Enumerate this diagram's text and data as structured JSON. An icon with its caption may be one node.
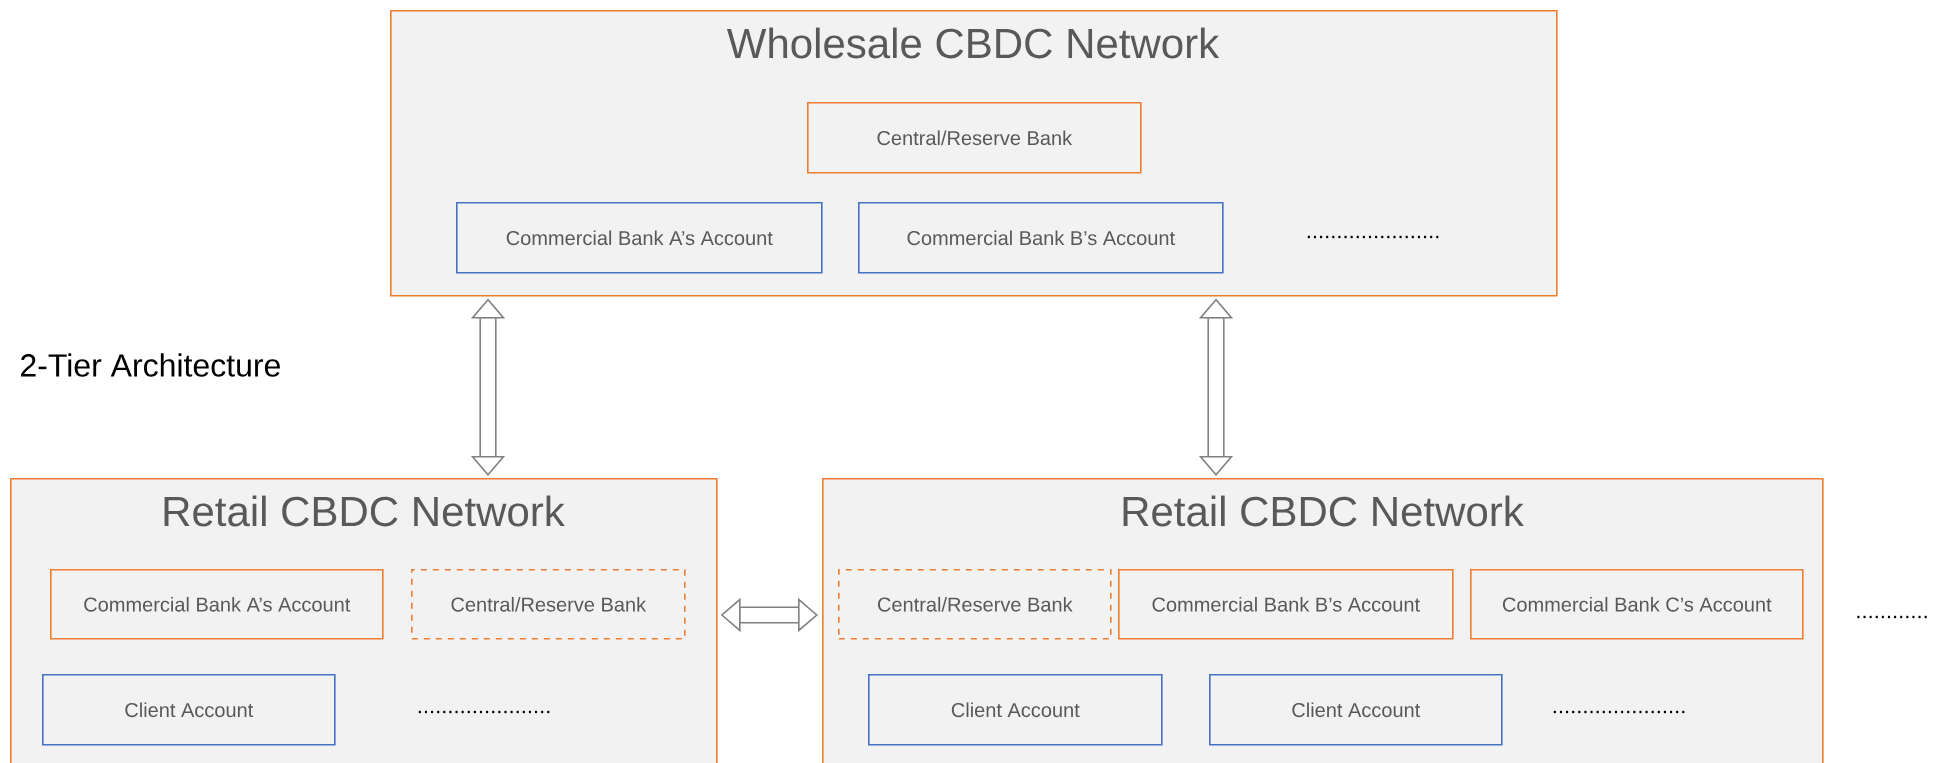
{
  "diagram": {
    "nodes": [
      {
        "text": [
          "Wholesale CBDC Network"
        ]
      },
      {
        "text": [
          "Central/Reserve Bank"
        ],
        "in": 0
      },
      {
        "text": [
          "Commercial Bank A’s Account"
        ],
        "in": 0
      },
      {
        "text": [
          "Commercial Bank B’s Account"
        ],
        "in": 0
      },
      {
        "text": [
          "Retail CBDC Network"
        ]
      },
      {
        "text": [
          "Commercial Bank A’s Account"
        ],
        "in": 4
      },
      {
        "text": [
          "Central/Reserve Bank"
        ],
        "in": 4
      },
      {
        "text": [
          "Client Account"
        ],
        "in": 4
      },
      {
        "text": [
          "Retail CBDC Network"
        ]
      },
      {
        "text": [
          "Central/Reserve Bank"
        ],
        "in": 8
      },
      {
        "text": [
          "Commercial Bank B’s Account"
        ],
        "in": 8
      },
      {
        "text": [
          "Commercial Bank C’s Account"
        ],
        "in": 8
      },
      {
        "text": [
          "Client Account"
        ],
        "in": 8
      },
      {
        "text": [
          "Client Account"
        ],
        "in": 8
      }
    ],
    "edges": [
      {
        "from": 0,
        "to": 4,
        "arrow": "both"
      },
      {
        "from": 0,
        "to": 8,
        "arrow": "both"
      },
      {
        "from": 4,
        "to": 8,
        "arrow": "both"
      }
    ],
    "labels": [
      "......................",
      "2-Tier Architecture",
      "......................",
      "............",
      "......................"
    ]
  }
}
